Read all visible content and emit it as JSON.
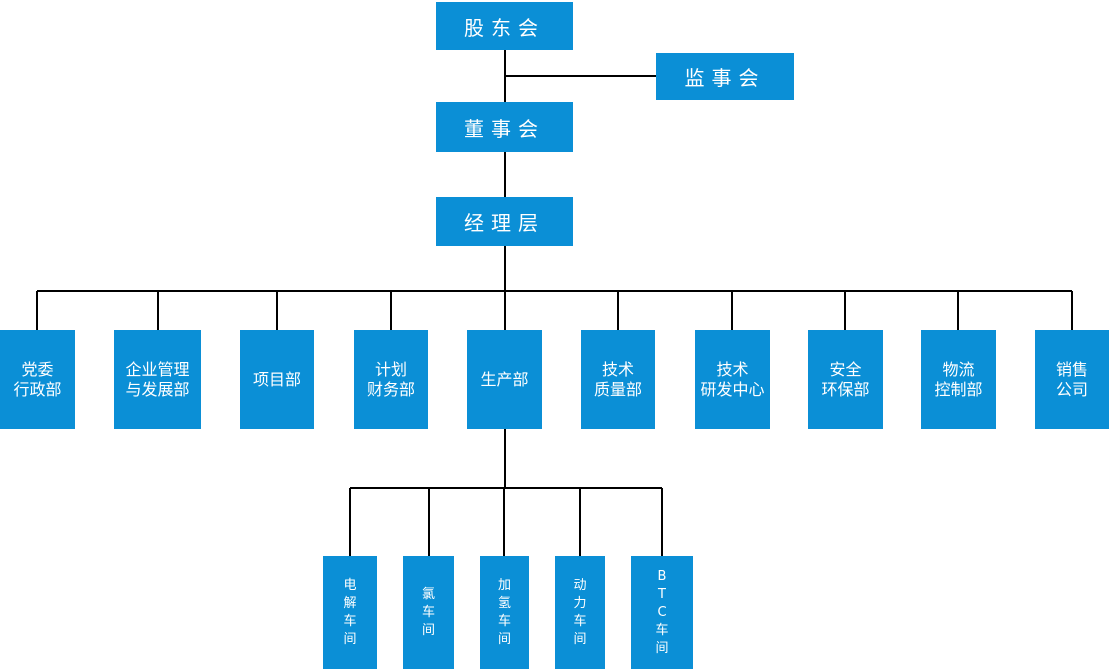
{
  "top": {
    "shareholders": "股东会",
    "supervisors": "监事会",
    "board": "董事会",
    "management": "经理层"
  },
  "departments": [
    "党委\n行政部",
    "企业管理\n与发展部",
    "项目部",
    "计划\n财务部",
    "生产部",
    "技术\n质量部",
    "技术\n研发中心",
    "安全\n环保部",
    "物流\n控制部",
    "销售\n公司"
  ],
  "workshops": [
    "电\n解\n车\n间",
    "氯\n车\n间",
    "加\n氢\n车\n间",
    "动\n力\n车\n间",
    "B\nT\nC\n车\n间"
  ],
  "colors": {
    "box": "#0b8fd6",
    "line": "#000000",
    "text": "#ffffff"
  }
}
